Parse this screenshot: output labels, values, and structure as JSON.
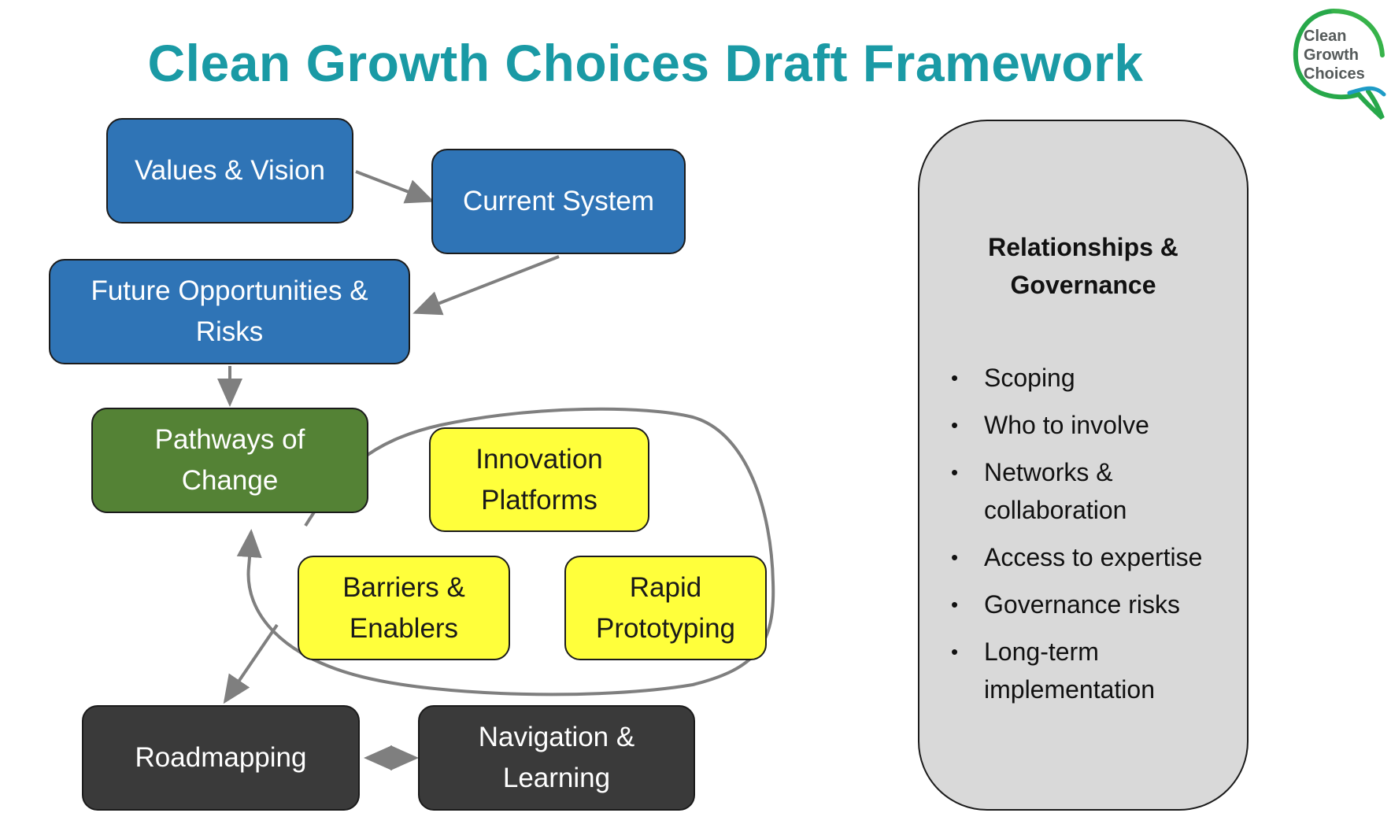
{
  "title": "Clean Growth Choices Draft Framework",
  "logo": {
    "line1": "Clean",
    "line2": "Growth",
    "line3": "Choices"
  },
  "nodes": {
    "values_vision": "Values & Vision",
    "current_system": "Current System",
    "future_opportunities": {
      "line1": "Future Opportunities &",
      "line2": "Risks"
    },
    "pathways": {
      "line1": "Pathways of",
      "line2": "Change"
    },
    "innovation": {
      "line1": "Innovation",
      "line2": "Platforms"
    },
    "barriers": {
      "line1": "Barriers &",
      "line2": "Enablers"
    },
    "rapid": {
      "line1": "Rapid",
      "line2": "Prototyping"
    },
    "roadmapping": "Roadmapping",
    "navigation": {
      "line1": "Navigation &",
      "line2": "Learning"
    }
  },
  "panel": {
    "title_line1": "Relationships &",
    "title_line2": "Governance",
    "items": [
      {
        "bullet": "•",
        "line1": "Scoping",
        "line2": ""
      },
      {
        "bullet": "•",
        "line1": "Who to involve",
        "line2": ""
      },
      {
        "bullet": "•",
        "line1": "Networks &",
        "line2": "collaboration"
      },
      {
        "bullet": "•",
        "line1": "Access to expertise",
        "line2": ""
      },
      {
        "bullet": "•",
        "line1": "Governance risks",
        "line2": ""
      },
      {
        "bullet": "•",
        "line1": "Long-term",
        "line2": "implementation"
      }
    ]
  },
  "colors": {
    "title": "#1a9aa5",
    "blue_box": "#2f74b6",
    "green_box": "#548235",
    "yellow_box": "#ffff3b",
    "dark_box": "#3a3a3a",
    "panel": "#d9d9d9",
    "connector": "#7f7f7f"
  }
}
